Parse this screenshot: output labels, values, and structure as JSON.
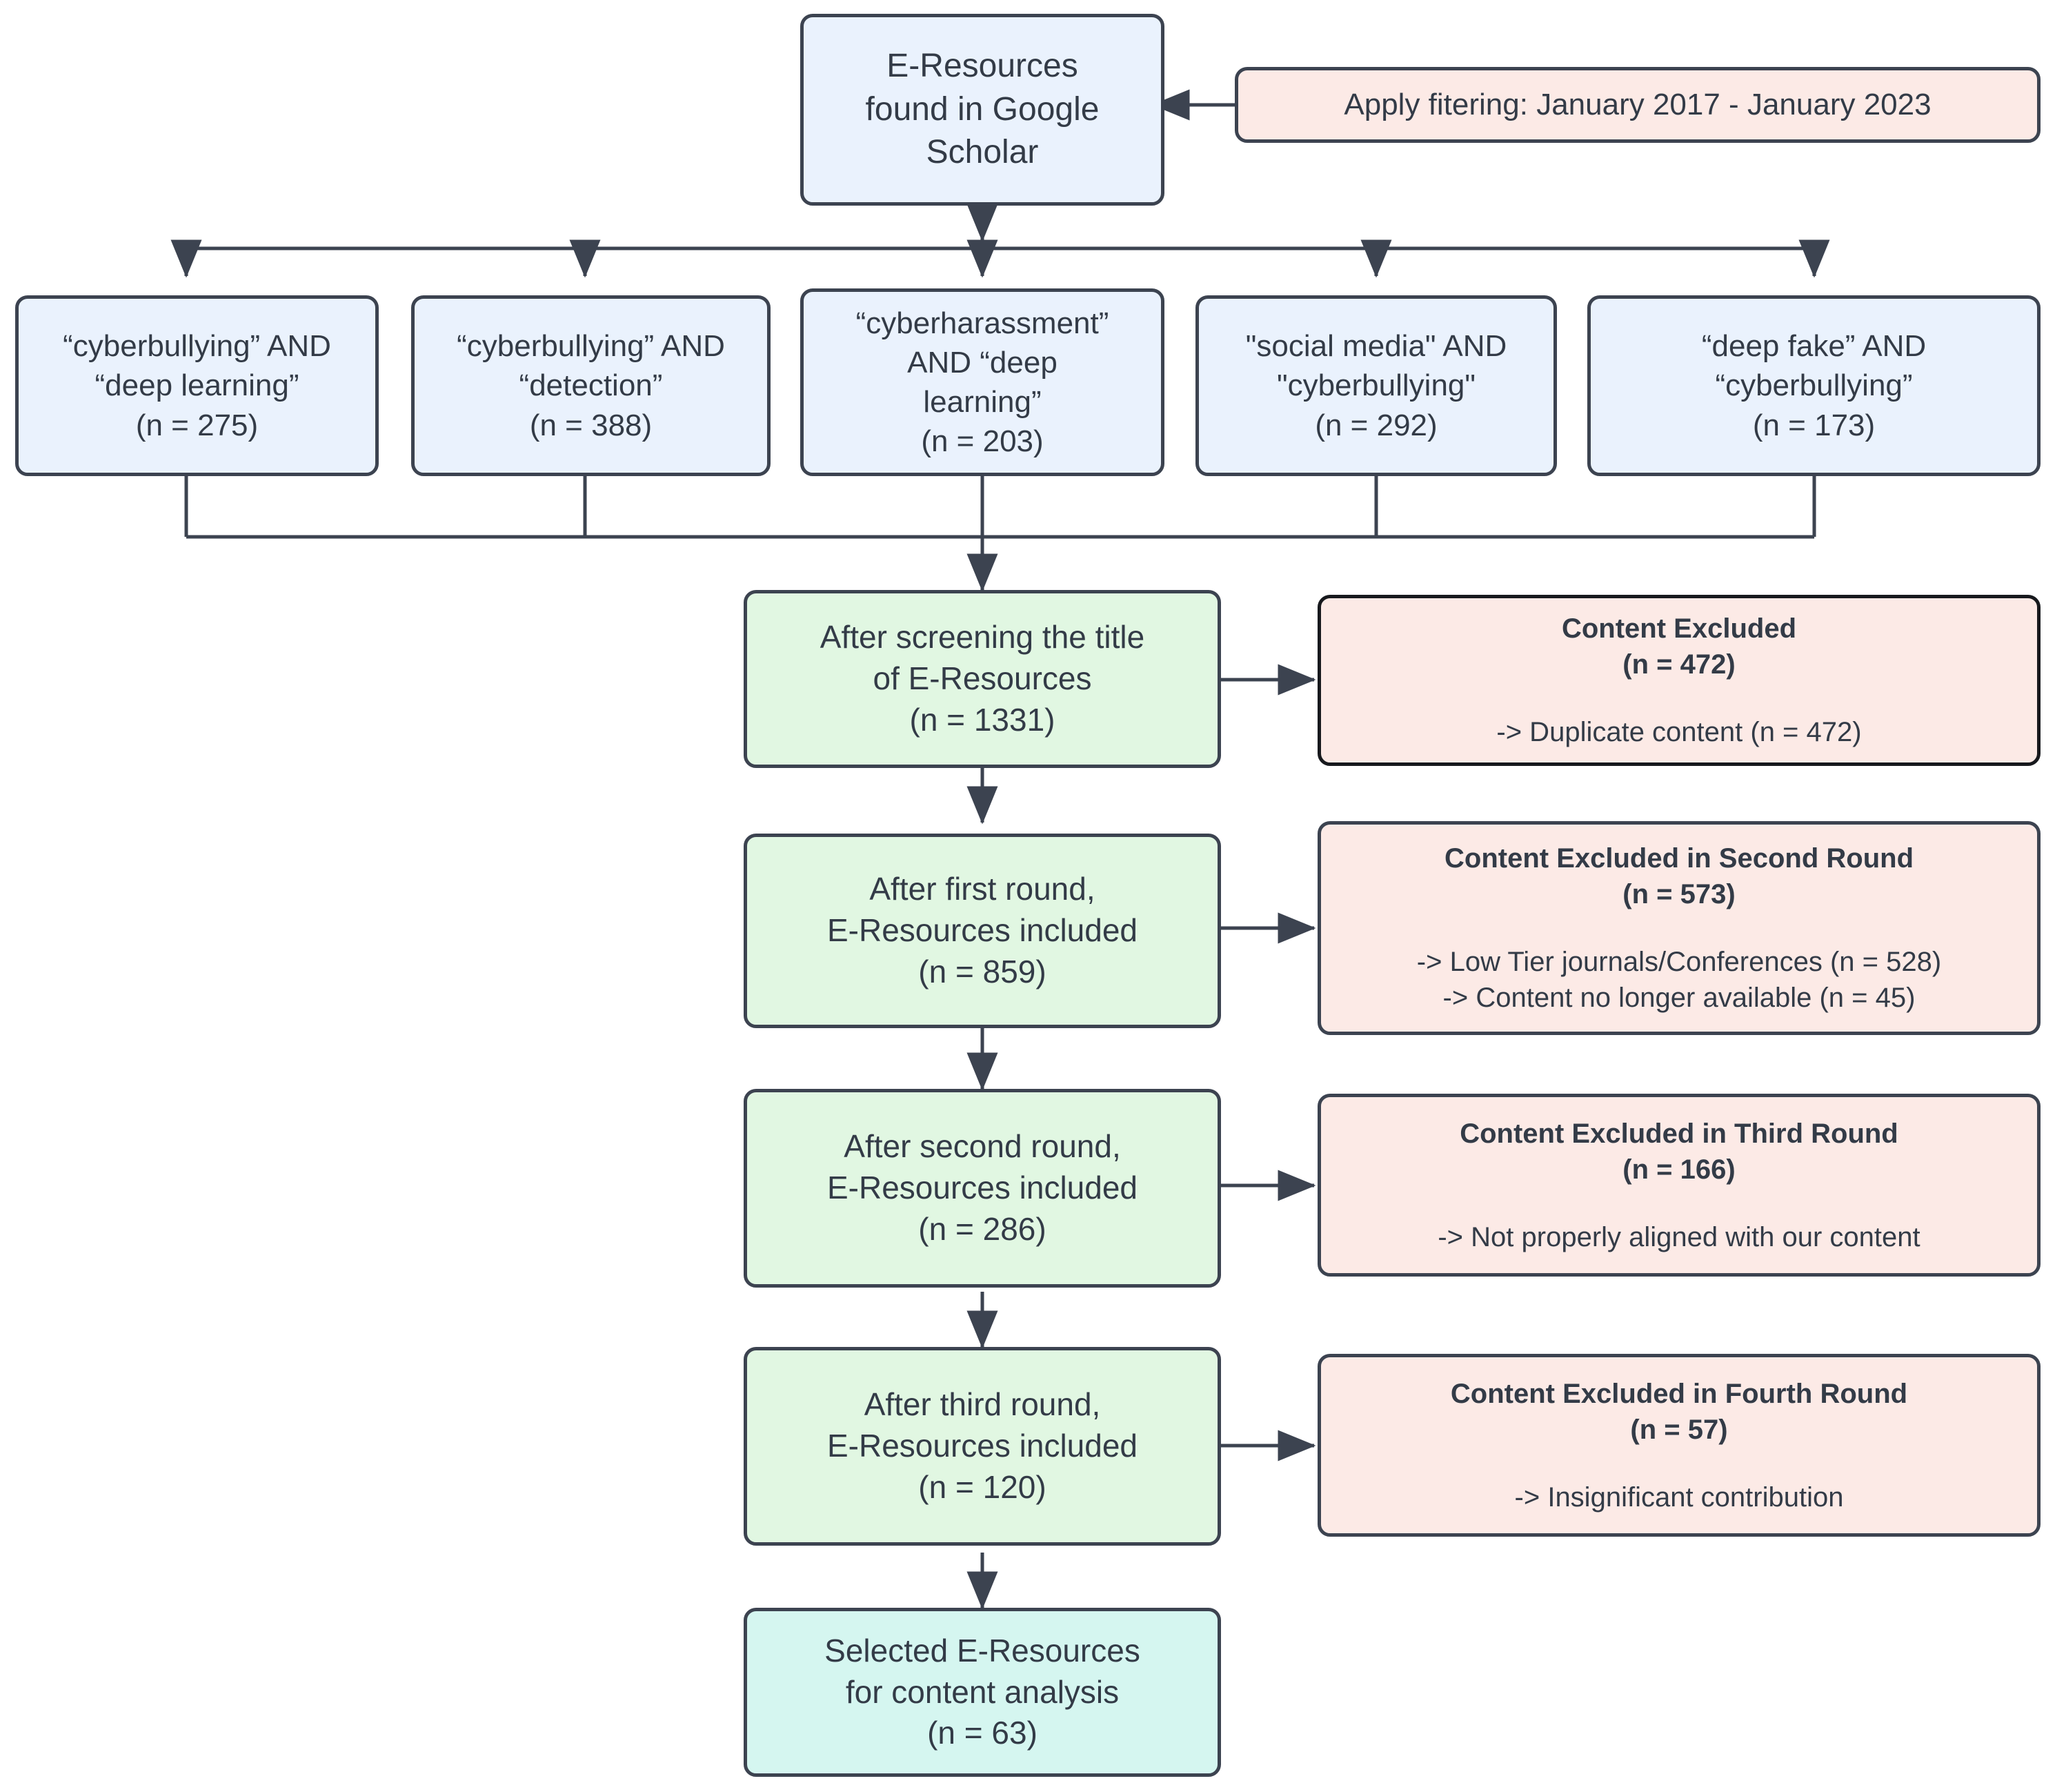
{
  "diagram": {
    "title": "E-Resources selection flowchart",
    "colors": {
      "source_fill": "#eaf2fd",
      "stage_fill": "#e1f7e2",
      "final_fill": "#d5f6f0",
      "excluded_fill": "#fceae6",
      "border": "#3c4350",
      "border_strong": "#17191d",
      "text": "#333b47",
      "background": "#ffffff"
    }
  },
  "source": {
    "line1": "E-Resources",
    "line2": "found in Google",
    "line3": "Scholar"
  },
  "filter_note": {
    "label": "Apply fitering: January 2017 - January 2023"
  },
  "queries": [
    {
      "line1": "“cyberbullying” AND",
      "line2": "“deep learning”",
      "count_label": "(n = 275)",
      "count": 275
    },
    {
      "line1": "“cyberbullying” AND",
      "line2": "“detection”",
      "count_label": "(n = 388)",
      "count": 388
    },
    {
      "line1": "“cyberharassment”",
      "line2": "AND “deep",
      "line3": "learning”",
      "count_label": "(n = 203)",
      "count": 203
    },
    {
      "line1": "\"social media\" AND",
      "line2": "\"cyberbullying\"",
      "count_label": "(n = 292)",
      "count": 292
    },
    {
      "line1": "“deep fake” AND",
      "line2": "“cyberbullying”",
      "count_label": "(n = 173)",
      "count": 173
    }
  ],
  "stages": [
    {
      "line1": "After screening the title",
      "line2": "of E-Resources",
      "count_label": "(n = 1331)",
      "count": 1331
    },
    {
      "line1": "After first round,",
      "line2": "E-Resources included",
      "count_label": "(n = 859)",
      "count": 859
    },
    {
      "line1": "After second round,",
      "line2": "E-Resources included",
      "count_label": "(n = 286)",
      "count": 286
    },
    {
      "line1": "After third round,",
      "line2": "E-Resources included",
      "count_label": "(n = 120)",
      "count": 120
    }
  ],
  "final": {
    "line1": "Selected E-Resources",
    "line2": "for content analysis",
    "count_label": "(n = 63)",
    "count": 63
  },
  "excluded": [
    {
      "header": "Content Excluded",
      "count_label": "(n = 472)",
      "count": 472,
      "reason1": "-> Duplicate content (n = 472)",
      "reason2": ""
    },
    {
      "header": "Content Excluded in Second Round",
      "count_label": "(n = 573)",
      "count": 573,
      "reason1": "-> Low Tier journals/Conferences (n = 528)",
      "reason2": "-> Content no longer available (n = 45)"
    },
    {
      "header": "Content Excluded in Third Round",
      "count_label": "(n = 166)",
      "count": 166,
      "reason1": "-> Not properly aligned with our content",
      "reason2": ""
    },
    {
      "header": "Content Excluded in Fourth Round",
      "count_label": "(n = 57)",
      "count": 57,
      "reason1": "-> Insignificant contribution",
      "reason2": ""
    }
  ]
}
